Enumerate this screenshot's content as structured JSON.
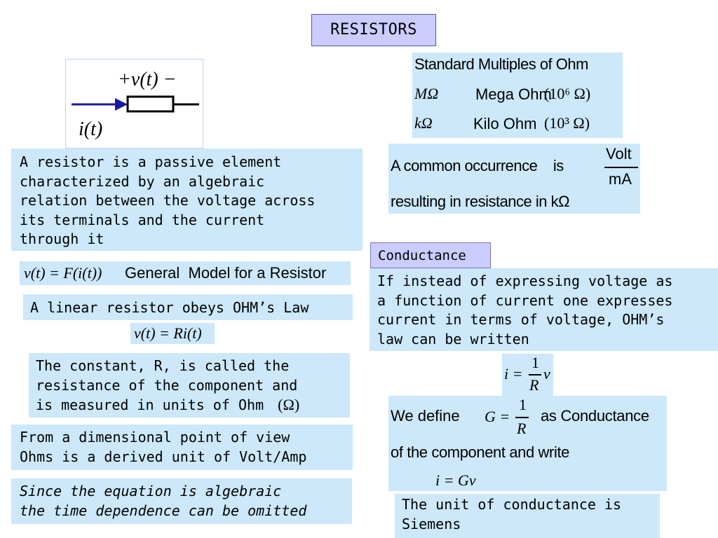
{
  "title": "RESISTORS",
  "circuit": {
    "voltage_label": "+v(t) −",
    "current_label": "i(t)"
  },
  "definition": [
    "A resistor is a passive element",
    "characterized by an algebraic",
    "relation between the voltage across",
    "its terminals and the current",
    "through it"
  ],
  "general_model": {
    "equation": "v(t) = F(i(t))",
    "text": "General  Model for a Resistor"
  },
  "ohms_law": {
    "text": "A linear resistor obeys OHM’s Law",
    "equation": "v(t) = Ri(t)"
  },
  "constant_r": [
    "The constant, R, is called the",
    "resistance of the component and",
    "is measured in units of Ohm"
  ],
  "constant_r_symbol": "(Ω)",
  "dimensional": [
    "From a dimensional point of view",
    "Ohms is a derived unit of Volt/Amp"
  ],
  "algebraic": [
    "Since the equation is algebraic",
    "the time dependence can be omitted"
  ],
  "multiples": {
    "header": "Standard Multiples of Ohm",
    "rows": [
      {
        "symbol": "MΩ",
        "name": "Mega Ohm",
        "value": "(10⁶ Ω)"
      },
      {
        "symbol": "kΩ",
        "name": "Kilo Ohm",
        "value": "(10³ Ω)"
      }
    ]
  },
  "occurrence": {
    "text": "A common occurrence    is",
    "numerator": "Volt",
    "denominator": "mA",
    "line2": "resulting in resistance in kΩ"
  },
  "conductance_heading": "Conductance",
  "conductance_text": [
    "If instead of expressing voltage as",
    "a function of current one expresses",
    "current in terms of voltage, OHM’s",
    "law can be written"
  ],
  "conductance_eq": {
    "lhs": "i =",
    "numerator": "1",
    "denominator": "R",
    "rhs": "v"
  },
  "define_g": {
    "prefix": "We define",
    "eq_lhs": "G =",
    "numerator": "1",
    "denominator": "R",
    "suffix": "as Conductance",
    "line2": "of the component and write",
    "eq2": "i = Gv"
  },
  "siemens": [
    "The unit of conductance is",
    "Siemens"
  ]
}
